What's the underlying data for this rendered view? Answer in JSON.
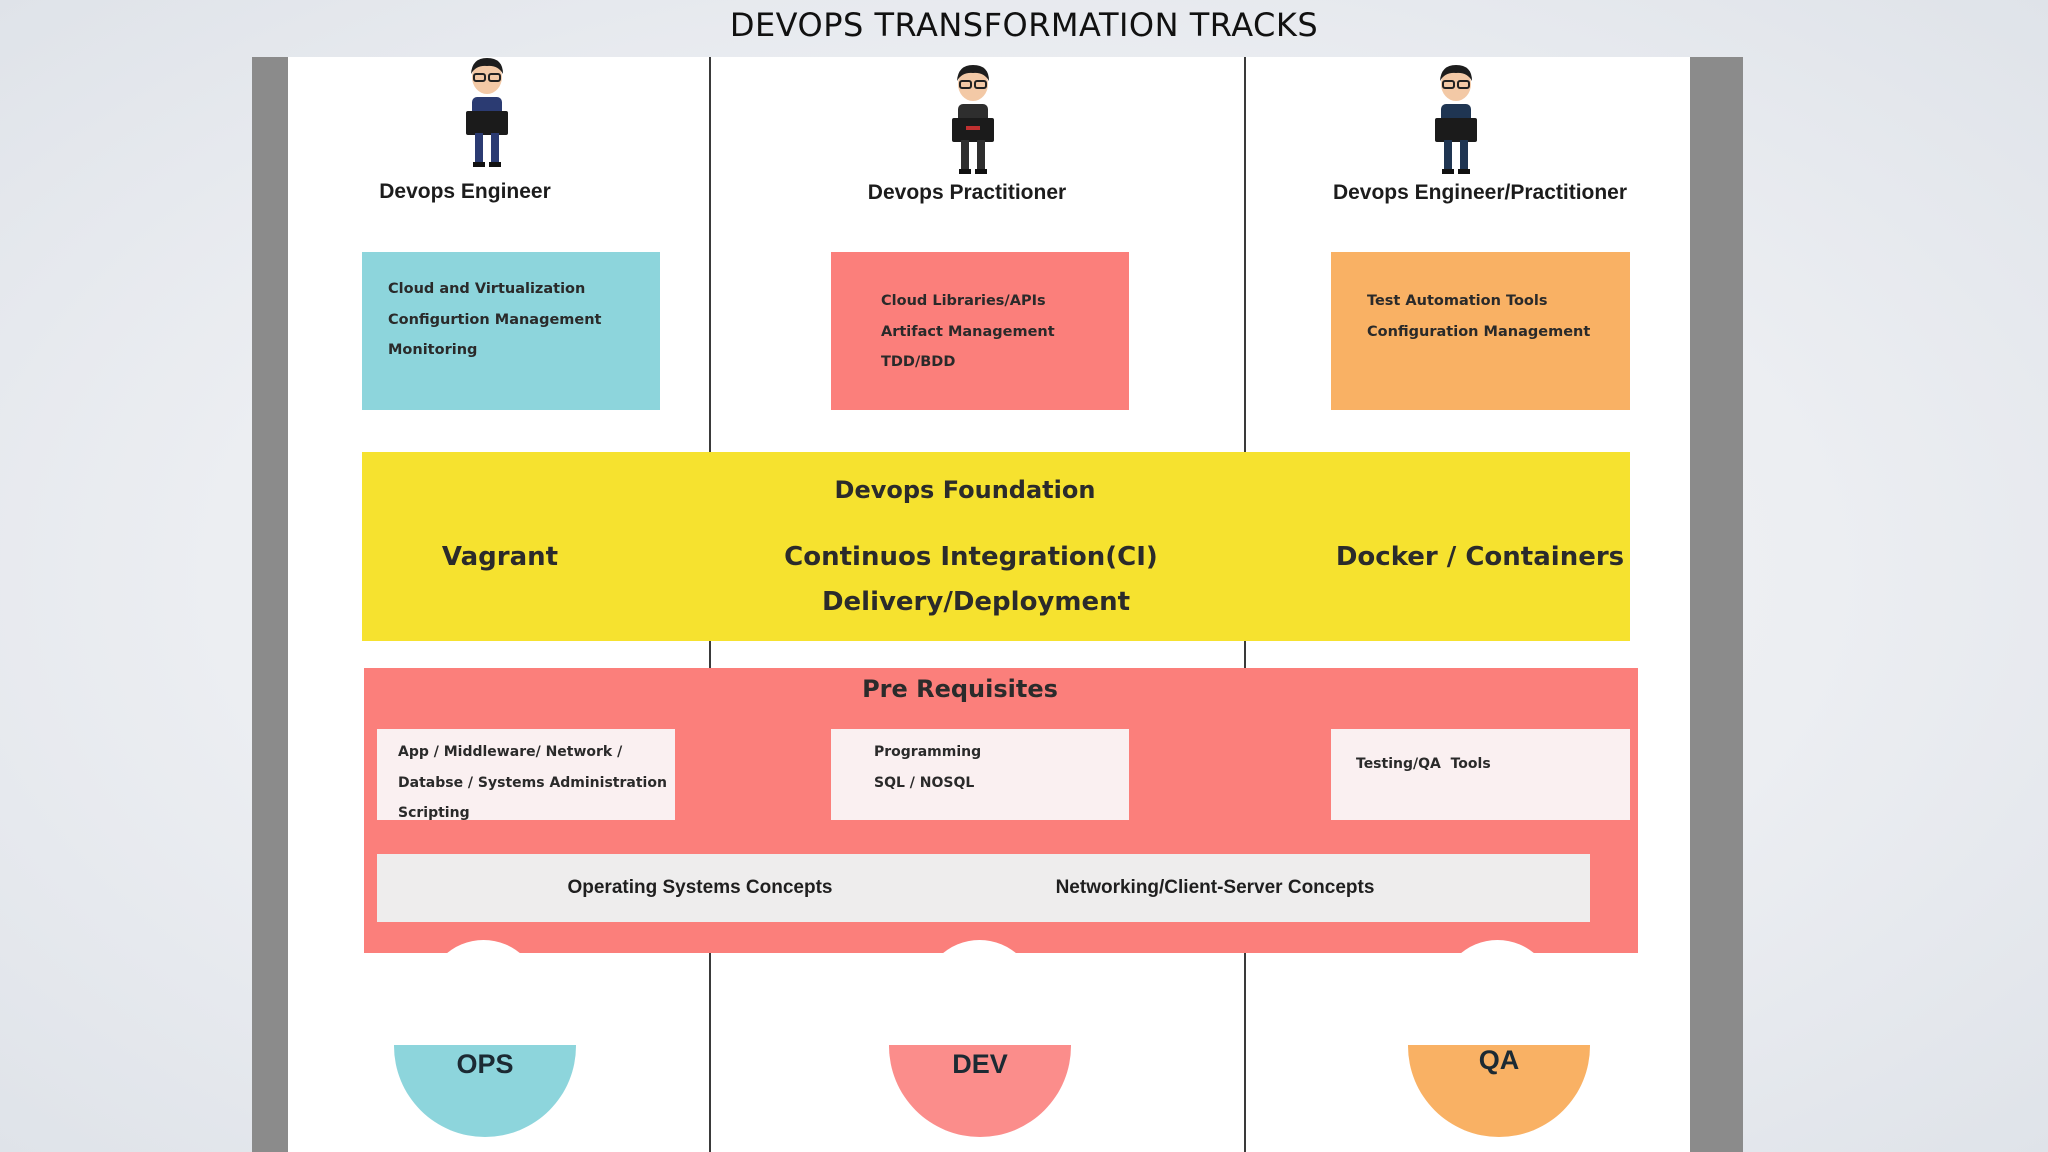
{
  "title": "DEVOPS TRANSFORMATION TRACKS",
  "personas": [
    {
      "label": "Devops Engineer"
    },
    {
      "label": "Devops Practitioner"
    },
    {
      "label": "Devops Engineer/Practitioner"
    }
  ],
  "skill_boxes": [
    {
      "items": [
        "Cloud and Virtualization",
        "Configurtion Management",
        "Monitoring"
      ],
      "color": "#8dd5dc"
    },
    {
      "items": [
        "Cloud Libraries/APIs",
        "Artifact Management",
        "TDD/BDD"
      ],
      "color": "#fb7f7b"
    },
    {
      "items": [
        "Test Automation Tools",
        "Configuration Management"
      ],
      "color": "#f9b164"
    }
  ],
  "foundation": {
    "title": "Devops Foundation",
    "left": "Vagrant",
    "center_line1": "Continuos Integration(CI)",
    "center_line2": "Delivery/Deployment",
    "right": "Docker / Containers",
    "color": "#f6e22f"
  },
  "prerequisites": {
    "title": "Pre Requisites",
    "boxes": [
      {
        "items": [
          "App / Middleware/ Network /",
          "Databse / Systems Administration",
          "Scripting"
        ]
      },
      {
        "items": [
          "Programming",
          "SQL / NOSQL"
        ]
      },
      {
        "items": [
          "Testing/QA  Tools"
        ]
      }
    ],
    "concepts": [
      "Operating Systems Concepts",
      "Networking/Client-Server Concepts"
    ],
    "color": "#fb7f7b"
  },
  "tracks": [
    {
      "label": "OPS",
      "color": "#8dd5dc"
    },
    {
      "label": "DEV",
      "color": "#fb8d8b"
    },
    {
      "label": "QA",
      "color": "#f9b164"
    }
  ]
}
